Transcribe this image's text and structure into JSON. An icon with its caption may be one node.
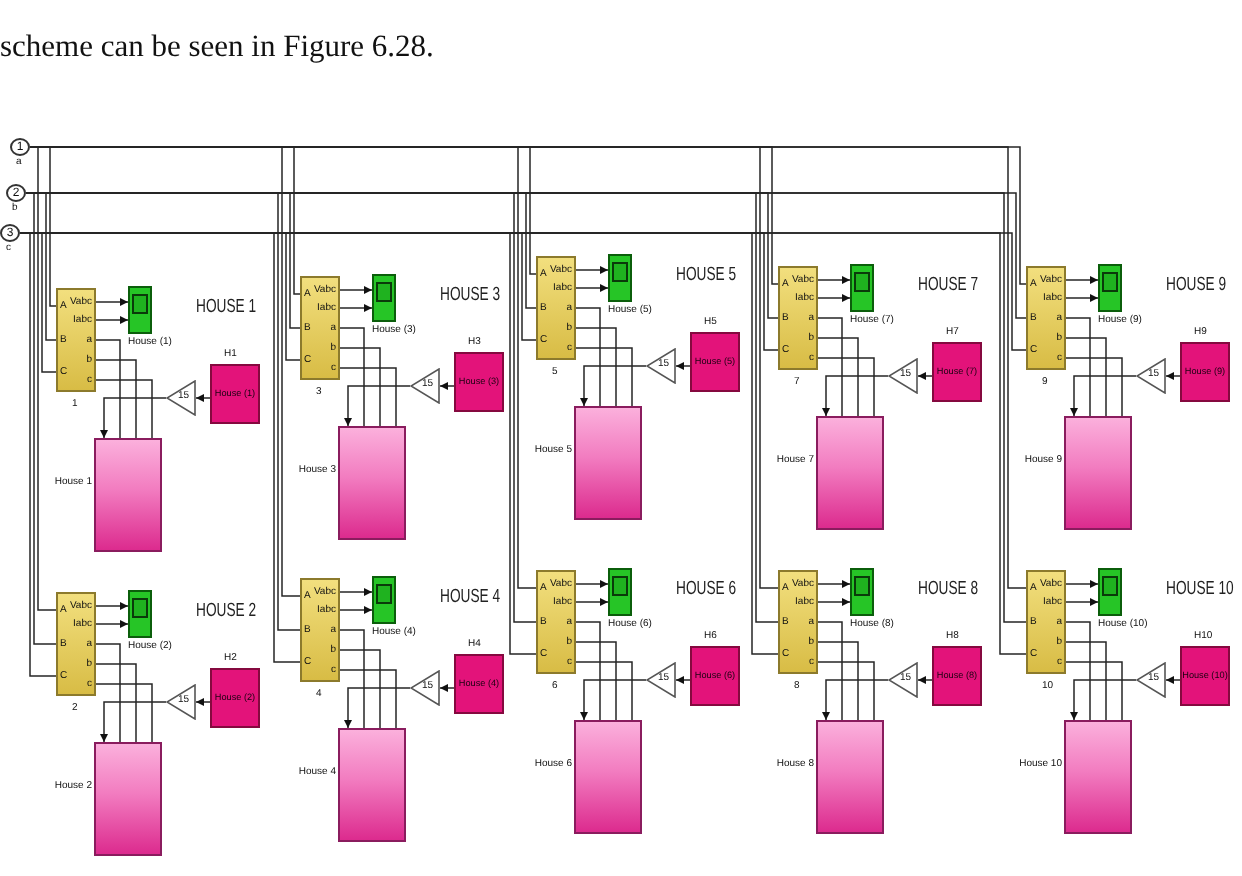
{
  "diagram": {
    "nodes": [
      {
        "text": [
          "1"
        ],
        "beside": [
          "a"
        ]
      },
      {
        "text": [
          "2"
        ],
        "beside": [
          "b"
        ]
      },
      {
        "text": [
          "3"
        ],
        "beside": [
          "c"
        ]
      },
      {
        "text": [
          "A",
          "B",
          "C",
          "Vabc",
          "Iabc",
          "a",
          "b",
          "c"
        ],
        "beside": [
          "1"
        ]
      },
      {
        "text": [],
        "shape": "box",
        "beside": [
          "House (1)"
        ]
      },
      {
        "text": [
          "House (1)"
        ],
        "beside": [
          "H1"
        ]
      },
      {
        "text": [
          "15"
        ]
      },
      {
        "text": [],
        "shape": "box",
        "beside": [
          "House 1"
        ]
      },
      {
        "text": [
          "A",
          "B",
          "C",
          "Vabc",
          "Iabc",
          "a",
          "b",
          "c"
        ],
        "beside": [
          "2"
        ]
      },
      {
        "text": [],
        "shape": "box",
        "beside": [
          "House (2)"
        ]
      },
      {
        "text": [
          "House (2)"
        ],
        "beside": [
          "H2"
        ]
      },
      {
        "text": [
          "15"
        ]
      },
      {
        "text": [],
        "shape": "box",
        "beside": [
          "House 2"
        ]
      },
      {
        "text": [
          "A",
          "B",
          "C",
          "Vabc",
          "Iabc",
          "a",
          "b",
          "c"
        ],
        "beside": [
          "3"
        ]
      },
      {
        "text": [],
        "shape": "box",
        "beside": [
          "House (3)"
        ]
      },
      {
        "text": [
          "House (3)"
        ],
        "beside": [
          "H3"
        ]
      },
      {
        "text": [
          "15"
        ]
      },
      {
        "text": [],
        "shape": "box",
        "beside": [
          "House 3"
        ]
      },
      {
        "text": [
          "A",
          "B",
          "C",
          "Vabc",
          "Iabc",
          "a",
          "b",
          "c"
        ],
        "beside": [
          "4"
        ]
      },
      {
        "text": [],
        "shape": "box",
        "beside": [
          "House (4)"
        ]
      },
      {
        "text": [
          "House (4)"
        ],
        "beside": [
          "H4"
        ]
      },
      {
        "text": [
          "15"
        ]
      },
      {
        "text": [],
        "shape": "box",
        "beside": [
          "House 4"
        ]
      },
      {
        "text": [
          "A",
          "B",
          "C",
          "Vabc",
          "Iabc",
          "a",
          "b",
          "c"
        ],
        "beside": [
          "5"
        ]
      },
      {
        "text": [],
        "shape": "box",
        "beside": [
          "House (5)"
        ]
      },
      {
        "text": [
          "House (5)"
        ],
        "beside": [
          "H5"
        ]
      },
      {
        "text": [
          "15"
        ]
      },
      {
        "text": [],
        "shape": "box",
        "beside": [
          "House 5"
        ]
      },
      {
        "text": [
          "A",
          "B",
          "C",
          "Vabc",
          "Iabc",
          "a",
          "b",
          "c"
        ],
        "beside": [
          "6"
        ]
      },
      {
        "text": [],
        "shape": "box",
        "beside": [
          "House (6)"
        ]
      },
      {
        "text": [
          "House (6)"
        ],
        "beside": [
          "H6"
        ]
      },
      {
        "text": [
          "15"
        ]
      },
      {
        "text": [],
        "shape": "box",
        "beside": [
          "House 6"
        ]
      },
      {
        "text": [
          "A",
          "B",
          "C",
          "Vabc",
          "Iabc",
          "a",
          "b",
          "c"
        ],
        "beside": [
          "7"
        ]
      },
      {
        "text": [],
        "shape": "box",
        "beside": [
          "House (7)"
        ]
      },
      {
        "text": [
          "House (7)"
        ],
        "beside": [
          "H7"
        ]
      },
      {
        "text": [
          "15"
        ]
      },
      {
        "text": [],
        "shape": "box",
        "beside": [
          "House 7"
        ]
      },
      {
        "text": [
          "A",
          "B",
          "C",
          "Vabc",
          "Iabc",
          "a",
          "b",
          "c"
        ],
        "beside": [
          "8"
        ]
      },
      {
        "text": [],
        "shape": "box",
        "beside": [
          "House (8)"
        ]
      },
      {
        "text": [
          "House (8)"
        ],
        "beside": [
          "H8"
        ]
      },
      {
        "text": [
          "15"
        ]
      },
      {
        "text": [],
        "shape": "box",
        "beside": [
          "House 8"
        ]
      },
      {
        "text": [
          "A",
          "B",
          "C",
          "Vabc",
          "Iabc",
          "a",
          "b",
          "c"
        ],
        "beside": [
          "9"
        ]
      },
      {
        "text": [],
        "shape": "box",
        "beside": [
          "House (9)"
        ]
      },
      {
        "text": [
          "House (9)"
        ],
        "beside": [
          "H9"
        ]
      },
      {
        "text": [
          "15"
        ]
      },
      {
        "text": [],
        "shape": "box",
        "beside": [
          "House 9"
        ]
      },
      {
        "text": [
          "A",
          "B",
          "C",
          "Vabc",
          "Iabc",
          "a",
          "b",
          "c"
        ],
        "beside": [
          "10"
        ]
      },
      {
        "text": [],
        "shape": "box",
        "beside": [
          "House (10)"
        ]
      },
      {
        "text": [
          "House (10)"
        ],
        "beside": [
          "H10"
        ]
      },
      {
        "text": [
          "15"
        ]
      },
      {
        "text": [],
        "shape": "box",
        "beside": [
          "House 10"
        ]
      }
    ],
    "edges": [
      {
        "from": 0,
        "to": 3,
        "arrow": "none"
      },
      {
        "from": 1,
        "to": 3,
        "arrow": "none"
      },
      {
        "from": 2,
        "to": 3,
        "arrow": "none"
      },
      {
        "from": 3,
        "to": 4,
        "arrow": "to"
      },
      {
        "from": 3,
        "to": 4,
        "arrow": "to"
      },
      {
        "from": 3,
        "to": 7,
        "arrow": "none"
      },
      {
        "from": 3,
        "to": 7,
        "arrow": "none"
      },
      {
        "from": 3,
        "to": 7,
        "arrow": "none"
      },
      {
        "from": 5,
        "to": 6,
        "arrow": "to"
      },
      {
        "from": 6,
        "to": 7,
        "arrow": "to"
      },
      {
        "from": 0,
        "to": 8,
        "arrow": "none"
      },
      {
        "from": 1,
        "to": 8,
        "arrow": "none"
      },
      {
        "from": 2,
        "to": 8,
        "arrow": "none"
      },
      {
        "from": 8,
        "to": 9,
        "arrow": "to"
      },
      {
        "from": 8,
        "to": 9,
        "arrow": "to"
      },
      {
        "from": 8,
        "to": 12,
        "arrow": "none"
      },
      {
        "from": 8,
        "to": 12,
        "arrow": "none"
      },
      {
        "from": 8,
        "to": 12,
        "arrow": "none"
      },
      {
        "from": 10,
        "to": 11,
        "arrow": "to"
      },
      {
        "from": 11,
        "to": 12,
        "arrow": "to"
      },
      {
        "from": 0,
        "to": 13,
        "arrow": "none"
      },
      {
        "from": 1,
        "to": 13,
        "arrow": "none"
      },
      {
        "from": 2,
        "to": 13,
        "arrow": "none"
      },
      {
        "from": 13,
        "to": 14,
        "arrow": "to"
      },
      {
        "from": 13,
        "to": 14,
        "arrow": "to"
      },
      {
        "from": 13,
        "to": 17,
        "arrow": "none"
      },
      {
        "from": 13,
        "to": 17,
        "arrow": "none"
      },
      {
        "from": 13,
        "to": 17,
        "arrow": "none"
      },
      {
        "from": 15,
        "to": 16,
        "arrow": "to"
      },
      {
        "from": 16,
        "to": 17,
        "arrow": "to"
      },
      {
        "from": 0,
        "to": 18,
        "arrow": "none"
      },
      {
        "from": 1,
        "to": 18,
        "arrow": "none"
      },
      {
        "from": 2,
        "to": 18,
        "arrow": "none"
      },
      {
        "from": 18,
        "to": 19,
        "arrow": "to"
      },
      {
        "from": 18,
        "to": 19,
        "arrow": "to"
      },
      {
        "from": 18,
        "to": 22,
        "arrow": "none"
      },
      {
        "from": 18,
        "to": 22,
        "arrow": "none"
      },
      {
        "from": 18,
        "to": 22,
        "arrow": "none"
      },
      {
        "from": 20,
        "to": 21,
        "arrow": "to"
      },
      {
        "from": 21,
        "to": 22,
        "arrow": "to"
      },
      {
        "from": 0,
        "to": 23,
        "arrow": "none"
      },
      {
        "from": 1,
        "to": 23,
        "arrow": "none"
      },
      {
        "from": 2,
        "to": 23,
        "arrow": "none"
      },
      {
        "from": 23,
        "to": 24,
        "arrow": "to"
      },
      {
        "from": 23,
        "to": 24,
        "arrow": "to"
      },
      {
        "from": 23,
        "to": 27,
        "arrow": "none"
      },
      {
        "from": 23,
        "to": 27,
        "arrow": "none"
      },
      {
        "from": 23,
        "to": 27,
        "arrow": "none"
      },
      {
        "from": 25,
        "to": 26,
        "arrow": "to"
      },
      {
        "from": 26,
        "to": 27,
        "arrow": "to"
      },
      {
        "from": 0,
        "to": 28,
        "arrow": "none"
      },
      {
        "from": 1,
        "to": 28,
        "arrow": "none"
      },
      {
        "from": 2,
        "to": 28,
        "arrow": "none"
      },
      {
        "from": 28,
        "to": 29,
        "arrow": "to"
      },
      {
        "from": 28,
        "to": 29,
        "arrow": "to"
      },
      {
        "from": 28,
        "to": 32,
        "arrow": "none"
      },
      {
        "from": 28,
        "to": 32,
        "arrow": "none"
      },
      {
        "from": 28,
        "to": 32,
        "arrow": "none"
      },
      {
        "from": 30,
        "to": 31,
        "arrow": "to"
      },
      {
        "from": 31,
        "to": 32,
        "arrow": "to"
      },
      {
        "from": 0,
        "to": 33,
        "arrow": "none"
      },
      {
        "from": 1,
        "to": 33,
        "arrow": "none"
      },
      {
        "from": 2,
        "to": 33,
        "arrow": "none"
      },
      {
        "from": 33,
        "to": 34,
        "arrow": "to"
      },
      {
        "from": 33,
        "to": 34,
        "arrow": "to"
      },
      {
        "from": 33,
        "to": 37,
        "arrow": "none"
      },
      {
        "from": 33,
        "to": 37,
        "arrow": "none"
      },
      {
        "from": 33,
        "to": 37,
        "arrow": "none"
      },
      {
        "from": 35,
        "to": 36,
        "arrow": "to"
      },
      {
        "from": 36,
        "to": 37,
        "arrow": "to"
      },
      {
        "from": 0,
        "to": 38,
        "arrow": "none"
      },
      {
        "from": 1,
        "to": 38,
        "arrow": "none"
      },
      {
        "from": 2,
        "to": 38,
        "arrow": "none"
      },
      {
        "from": 38,
        "to": 39,
        "arrow": "to"
      },
      {
        "from": 38,
        "to": 39,
        "arrow": "to"
      },
      {
        "from": 38,
        "to": 42,
        "arrow": "none"
      },
      {
        "from": 38,
        "to": 42,
        "arrow": "none"
      },
      {
        "from": 38,
        "to": 42,
        "arrow": "none"
      },
      {
        "from": 40,
        "to": 41,
        "arrow": "to"
      },
      {
        "from": 41,
        "to": 42,
        "arrow": "to"
      },
      {
        "from": 0,
        "to": 43,
        "arrow": "none"
      },
      {
        "from": 1,
        "to": 43,
        "arrow": "none"
      },
      {
        "from": 2,
        "to": 43,
        "arrow": "none"
      },
      {
        "from": 43,
        "to": 44,
        "arrow": "to"
      },
      {
        "from": 43,
        "to": 44,
        "arrow": "to"
      },
      {
        "from": 43,
        "to": 47,
        "arrow": "none"
      },
      {
        "from": 43,
        "to": 47,
        "arrow": "none"
      },
      {
        "from": 43,
        "to": 47,
        "arrow": "none"
      },
      {
        "from": 45,
        "to": 46,
        "arrow": "to"
      },
      {
        "from": 46,
        "to": 47,
        "arrow": "to"
      },
      {
        "from": 0,
        "to": 48,
        "arrow": "none"
      },
      {
        "from": 1,
        "to": 48,
        "arrow": "none"
      },
      {
        "from": 2,
        "to": 48,
        "arrow": "none"
      },
      {
        "from": 48,
        "to": 49,
        "arrow": "to"
      },
      {
        "from": 48,
        "to": 49,
        "arrow": "to"
      },
      {
        "from": 48,
        "to": 52,
        "arrow": "none"
      },
      {
        "from": 48,
        "to": 52,
        "arrow": "none"
      },
      {
        "from": 48,
        "to": 52,
        "arrow": "none"
      },
      {
        "from": 50,
        "to": 51,
        "arrow": "to"
      },
      {
        "from": 51,
        "to": 52,
        "arrow": "to"
      }
    ],
    "labels": [
      "scheme can be seen in Figure 6.28.",
      "HOUSE 1",
      "HOUSE 3",
      "HOUSE 5",
      "HOUSE 7",
      "HOUSE 9",
      "HOUSE 2",
      "HOUSE 4",
      "HOUSE 6",
      "HOUSE 8",
      "HOUSE 10"
    ]
  }
}
